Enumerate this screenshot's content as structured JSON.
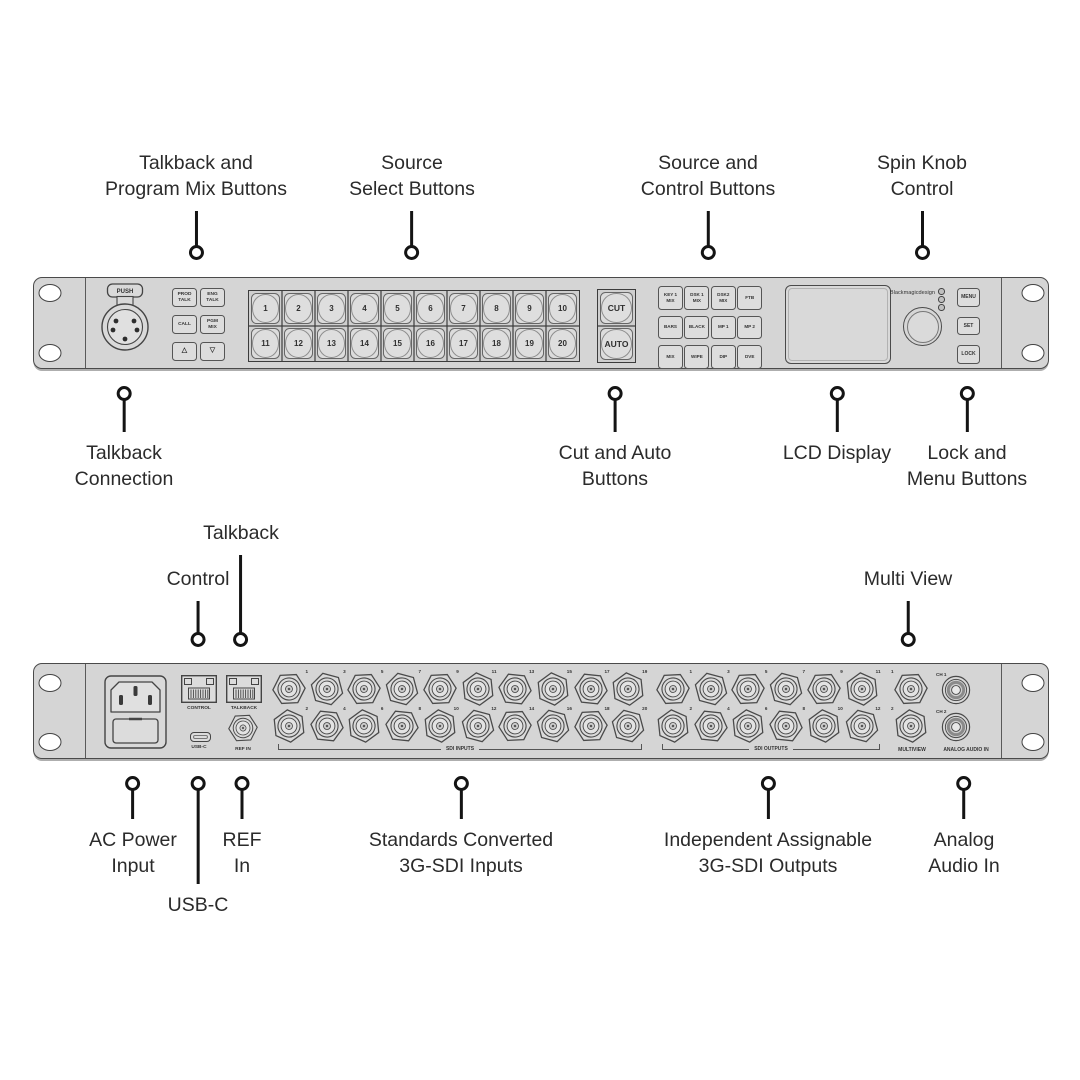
{
  "colors": {
    "panel_fill": "#d5d5d5",
    "panel_stroke": "#4a4a4a",
    "button_fill": "#dddddd",
    "callout_ink": "#141414",
    "label_ink": "#333333",
    "background": "#ffffff"
  },
  "front": {
    "callouts_top": [
      {
        "lines": [
          "Talkback and",
          "Program Mix Buttons"
        ]
      },
      {
        "lines": [
          "Source",
          "Select Buttons"
        ]
      },
      {
        "lines": [
          "Source and",
          "Control  Buttons"
        ]
      },
      {
        "lines": [
          "Spin Knob",
          "Control"
        ]
      }
    ],
    "callouts_bottom": [
      {
        "lines": [
          "Talkback",
          "Connection"
        ]
      },
      {
        "lines": [
          "Cut and Auto",
          "Buttons"
        ]
      },
      {
        "lines": [
          "LCD Display"
        ]
      },
      {
        "lines": [
          "Lock and",
          "Menu Buttons"
        ]
      }
    ],
    "xlr_push_label": "PUSH",
    "talkback_buttons": [
      "PROD\nTALK",
      "ENG\nTALK",
      "CALL",
      "PGM\nMIX",
      "△",
      "▽"
    ],
    "source_buttons": [
      "1",
      "2",
      "3",
      "4",
      "5",
      "6",
      "7",
      "8",
      "9",
      "10",
      "11",
      "12",
      "13",
      "14",
      "15",
      "16",
      "17",
      "18",
      "19",
      "20"
    ],
    "transition_buttons": [
      "CUT",
      "AUTO"
    ],
    "control_buttons": [
      "KEY 1\nMIX",
      "DSK 1\nMIX",
      "DSK2\nMIX",
      "FTB",
      "BARS",
      "BLACK",
      "MP 1",
      "MP 2",
      "MIX",
      "WIPE",
      "DIP",
      "DVE"
    ],
    "logo": "Blackmagicdesign",
    "menu_buttons": [
      "MENU",
      "SET",
      "LOCK"
    ]
  },
  "rear": {
    "callouts_top": [
      {
        "lines": [
          "Talkback"
        ]
      },
      {
        "lines": [
          "Control"
        ]
      },
      {
        "lines": [
          "Multi View"
        ]
      }
    ],
    "callouts_bottom": [
      {
        "lines": [
          "AC Power",
          "Input"
        ]
      },
      {
        "lines": [
          "USB-C"
        ]
      },
      {
        "lines": [
          "REF",
          "In"
        ]
      },
      {
        "lines": [
          "Standards Converted",
          "3G-SDI Inputs"
        ]
      },
      {
        "lines": [
          "Independent Assignable",
          "3G-SDI Outputs"
        ]
      },
      {
        "lines": [
          "Analog",
          "Audio In"
        ]
      }
    ],
    "port_labels": {
      "control": "CONTROL",
      "talkback": "TALKBACK",
      "usb": "USB-C",
      "ref": "REF IN"
    },
    "sdi_inputs": {
      "label": "SDI INPUTS",
      "numbers_top": [
        "1",
        "3",
        "5",
        "7",
        "9",
        "11",
        "13",
        "15",
        "17",
        "19"
      ],
      "numbers_bottom": [
        "2",
        "4",
        "6",
        "8",
        "10",
        "12",
        "14",
        "16",
        "18",
        "20"
      ]
    },
    "sdi_outputs": {
      "label": "SDI OUTPUTS",
      "numbers_top": [
        "1",
        "3",
        "5",
        "7",
        "9",
        "11"
      ],
      "numbers_bottom": [
        "2",
        "4",
        "6",
        "8",
        "10",
        "12"
      ]
    },
    "multiview": {
      "label": "MULTIVIEW",
      "numbers": [
        "1",
        "2"
      ]
    },
    "analog_audio": {
      "label": "ANALOG AUDIO IN",
      "channels": [
        "CH 1",
        "CH 2"
      ]
    }
  }
}
